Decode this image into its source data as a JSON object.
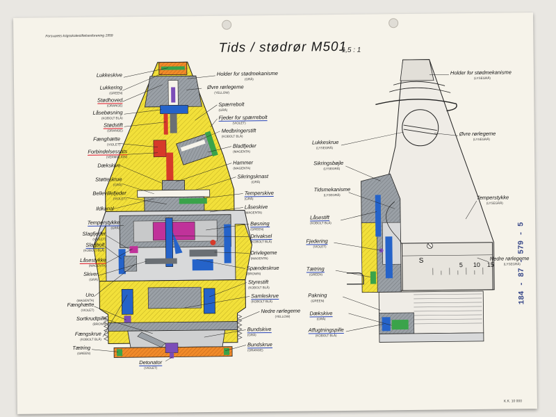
{
  "header": {
    "publisher": "Forsvarets krigsskolestiftelsesforening 1959",
    "title": "Tids / stødrør M501",
    "scale": "1,5 : 1",
    "stamp": "184 - 87 - 579 - 5",
    "print_code": "K.K. 10 000"
  },
  "left_labels": [
    {
      "text": "Lukkeskive",
      "color": ""
    },
    {
      "text": "Lukkering",
      "color": "(GREEN)"
    },
    {
      "text": "Stødhoved",
      "color": "(ORANGE)"
    },
    {
      "text": "Låsebøsning",
      "color": "(KOBOLT BLÅ)"
    },
    {
      "text": "Stødstift",
      "color": "(ORANGE)"
    },
    {
      "text": "Fænghætte",
      "color": "(VIOLET)"
    },
    {
      "text": "Forbindelsessats",
      "color": "(VERMILLION)"
    },
    {
      "text": "Dækskive",
      "color": ""
    },
    {
      "text": "Støtteskrue",
      "color": "(GRÅ)"
    },
    {
      "text": "Bellevillefjeder",
      "color": "(VIOLET)"
    },
    {
      "text": "Ildkanal",
      "color": ""
    },
    {
      "text": "Temperstykke",
      "color": "(GRÅ)"
    },
    {
      "text": "Slagfjeder",
      "color": "(VIOLET)"
    },
    {
      "text": "Slagbolt",
      "color": "(KOBOLT BLÅ)"
    },
    {
      "text": "Låsestykke",
      "color": "(MAGENTA)"
    },
    {
      "text": "Skiver",
      "color": "(GRÅ)"
    },
    {
      "text": "Uro",
      "color": "(MAGENTA)"
    },
    {
      "text": "Fænghætte",
      "color": "(VIOLET)"
    },
    {
      "text": "Sortkrudtpille",
      "color": "(BROWN)"
    },
    {
      "text": "Fængskrue",
      "color": "(KOBOLT BLÅ)"
    },
    {
      "text": "Tætring",
      "color": "(GREEN)"
    }
  ],
  "center_labels": [
    {
      "text": "Holder for stødmekanisme",
      "color": "(GRÅ)"
    },
    {
      "text": "Øvre rørlegeme",
      "color": "(YELLOW)"
    },
    {
      "text": "Spærrebolt",
      "color": "(GRÅ)"
    },
    {
      "text": "Fjeder for spærrebolt",
      "color": "(VIOLET)"
    },
    {
      "text": "Medbringerstift",
      "color": "(KOBOLT BLÅ)"
    },
    {
      "text": "Bladfjeder",
      "color": "(MAGENTA)"
    },
    {
      "text": "Hammer",
      "color": "(MAGENTA)"
    },
    {
      "text": "Sikringsknast",
      "color": "(GRÅ)"
    },
    {
      "text": "Temperskive",
      "color": "(GRÅ)"
    },
    {
      "text": "Låseskive",
      "color": "(MAGENTA)"
    },
    {
      "text": "Bøsning",
      "color": "(GREEN)"
    },
    {
      "text": "Drivaksel",
      "color": "(KOBOLT BLÅ)"
    },
    {
      "text": "Drivlegeme",
      "color": "(MAGENTA)"
    },
    {
      "text": "Spændeskrue",
      "color": "(BROWN)"
    },
    {
      "text": "Styrestift",
      "color": "(KOBOLT BLÅ)"
    },
    {
      "text": "Samleskrue",
      "color": "(KOBOLT BLÅ)"
    },
    {
      "text": "Nedre rørlegeme",
      "color": "(YELLOW)"
    },
    {
      "text": "Bundskive",
      "color": "(GRÅ)"
    },
    {
      "text": "Bundskrue",
      "color": "(ORANGE)"
    },
    {
      "text": "Detonator",
      "color": "(VIOLET)"
    }
  ],
  "right_labels": [
    {
      "text": "Holder for stødmekanisme",
      "color": "(LYSEGRÅ)"
    },
    {
      "text": "Lukkeskrue",
      "color": "(LYSEGRÅ)"
    },
    {
      "text": "Øvre rørlegeme",
      "color": "(LYSEGRÅ)"
    },
    {
      "text": "Sikringsbøjle",
      "color": "(LYSEGRÅ)"
    },
    {
      "text": "Tidsmekanisme",
      "color": "(LYSEGRÅ)"
    },
    {
      "text": "Temperstykke",
      "color": "(LYSEGRÅ)"
    },
    {
      "text": "Låsestift",
      "color": "(KOBOLT BLÅ)"
    },
    {
      "text": "Fjedering",
      "color": "(VIOLET)"
    },
    {
      "text": "Tætring",
      "color": "(GREEN)"
    },
    {
      "text": "Nedre rørlegeme",
      "color": "(LYSEGRÅ)"
    },
    {
      "text": "Pakning",
      "color": "(GREEN)"
    },
    {
      "text": "Dækskive",
      "color": "(GRÅ)"
    },
    {
      "text": "Affugtningspille",
      "color": "(KOBOLT BLÅ)"
    }
  ],
  "dial": {
    "numbers": [
      "5",
      "10",
      "15"
    ],
    "letter": "S"
  },
  "colors": {
    "yellow": "#f2e03a",
    "gray": "#8e9398",
    "blue": "#2563c9",
    "magenta": "#c0329a",
    "orange": "#f08a2a",
    "violet": "#7b4db8",
    "green": "#3aa34a",
    "brown": "#8a5a34",
    "red": "#d63a2a"
  }
}
